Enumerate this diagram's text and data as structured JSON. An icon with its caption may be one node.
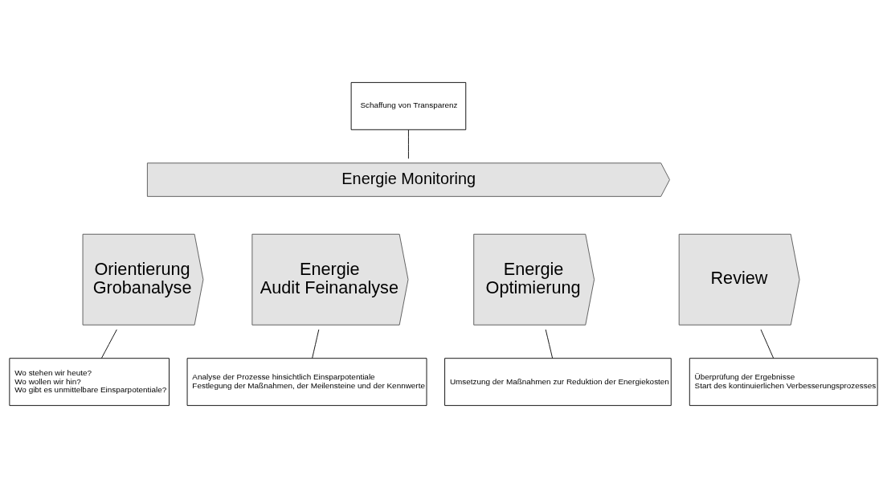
{
  "diagram": {
    "nodes": [
      {
        "text": [
          "Schaffung von Transparenz"
        ]
      },
      {
        "text": [
          "Energie Monitoring"
        ]
      },
      {
        "text": [
          "Orientierung Grobanalyse"
        ]
      },
      {
        "text": [
          "Energie Audit Feinanalyse"
        ]
      },
      {
        "text": [
          "Energie Optimierung"
        ]
      },
      {
        "text": [
          "Review"
        ]
      },
      {
        "text": [
          "Wo stehen wir heute?",
          "Wo wollen wir hin?",
          "Wo gibt es unmittelbare Einsparpotentiale?"
        ]
      },
      {
        "text": [
          "Analyse der Prozesse hinsichtlich Einsparpotentiale",
          "Festlegung der Maßnahmen, der Meilensteine und der Kennwerte"
        ]
      },
      {
        "text": [
          "Umsetzung der Maßnahmen zur Reduktion der Energiekosten"
        ]
      },
      {
        "text": [
          "Überprüfung der Ergebnisse",
          "Start des kontinuierlichen Verbesserungsprozesses"
        ]
      }
    ],
    "edges": [
      {
        "from": 0,
        "to": 1,
        "arrow": "none"
      },
      {
        "from": 2,
        "to": 6,
        "arrow": "none"
      },
      {
        "from": 3,
        "to": 7,
        "arrow": "none"
      },
      {
        "from": 4,
        "to": 8,
        "arrow": "none"
      },
      {
        "from": 5,
        "to": 9,
        "arrow": "none"
      }
    ]
  }
}
